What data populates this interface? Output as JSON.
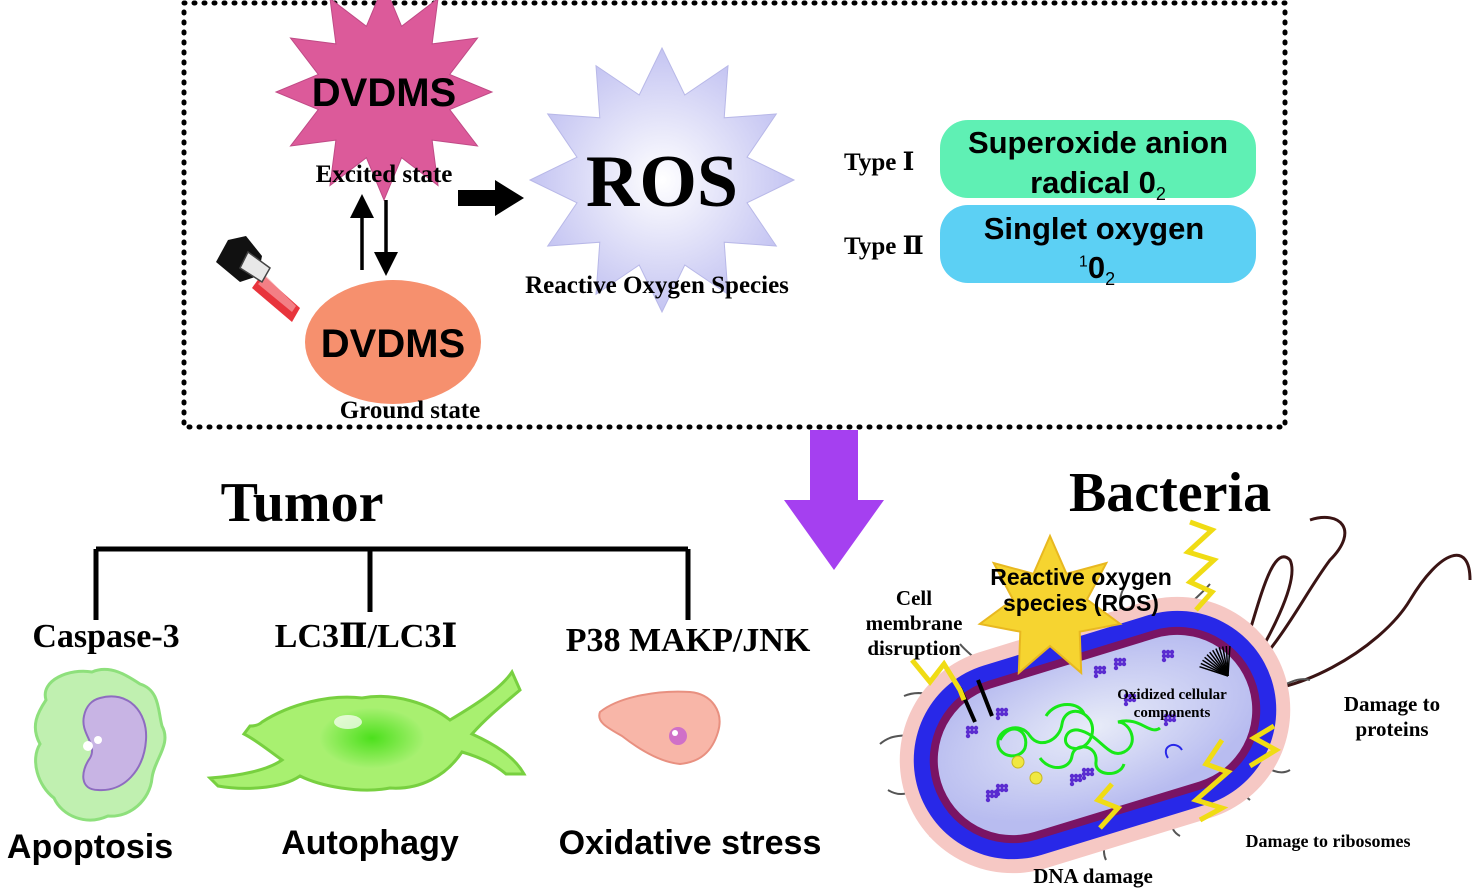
{
  "photosensitizer": {
    "excited_label": "DVDMS",
    "excited_caption": "Excited state",
    "ground_label": "DVDMS",
    "ground_caption": "Ground state"
  },
  "ros": {
    "label": "ROS",
    "caption": "Reactive Oxygen Species"
  },
  "types": [
    {
      "type_label": "Type Ⅰ",
      "line1": "Superoxide anion",
      "line2_text": "radical 0",
      "line2_sub": "2",
      "color": "#5ff0b4"
    },
    {
      "type_label": "Type Ⅱ",
      "line1": "Singlet oxygen",
      "line2_sup": "1",
      "line2_text": "0",
      "line2_sub": "2",
      "color": "#5cd0f4"
    }
  ],
  "tumor": {
    "title": "Tumor",
    "branches": [
      {
        "marker": "Caspase-3",
        "outcome": "Apoptosis"
      },
      {
        "marker": "LC3Ⅱ/LC3Ⅰ",
        "outcome": "Autophagy"
      },
      {
        "marker": "P38 MAKP/JNK",
        "outcome": "Oxidative stress"
      }
    ]
  },
  "bacteria": {
    "title": "Bacteria",
    "ros_label": "Reactive oxygen species (ROS)",
    "labels": {
      "membrane": "Cell membrane disruption",
      "oxidized": "Oxidized cellular components",
      "proteins": "Damage to proteins",
      "ribosomes": "Damage to ribosomes",
      "dna": "DNA damage"
    }
  },
  "colors": {
    "excited_star": "#dc5a9a",
    "ground_ellipse": "#f6906e",
    "ros_star": "#c8c8f4",
    "down_arrow": "#a540f0",
    "membrane_outer": "#f6c8c4",
    "membrane_blue": "#2828e8",
    "membrane_purple": "#7a1464",
    "cytoplasm": "#c8c8f4",
    "dna": "#18e818",
    "lightning": "#f0dc14"
  }
}
